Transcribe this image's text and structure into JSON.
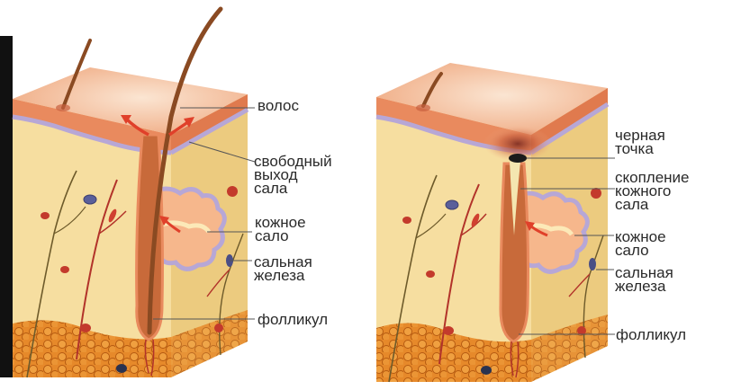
{
  "colors": {
    "skin_top": "#f2b28c",
    "skin_top_light": "#fbe5d2",
    "epidermis": "#e98a5e",
    "membrane": "#b7a7d6",
    "dermis": "#f6dea0",
    "dermis_side": "#eccb7f",
    "fat": "#e07d1e",
    "fat_dark": "#b55a10",
    "hair": "#8a4a22",
    "vessel": "#b2332a",
    "nerve": "#6d5a2a",
    "blackhead": "#1b1b1b",
    "sebum_plug": "#f4e6b0",
    "arrow": "#e0402a",
    "label_text": "#2a2a2a",
    "leader_line": "#555555"
  },
  "left_panel": {
    "labels": {
      "hair": "волос",
      "free_exit": "свободный\nвыход\nсала",
      "sebum": "кожное\nсало",
      "gland": "сальная\nжелеза",
      "follicle": "фолликул"
    }
  },
  "right_panel": {
    "labels": {
      "blackhead": "черная\nточка",
      "accumulation": "скопление\nкожного\nсала",
      "sebum": "кожное\nсало",
      "gland": "сальная\nжелеза",
      "follicle": "фолликул"
    }
  }
}
